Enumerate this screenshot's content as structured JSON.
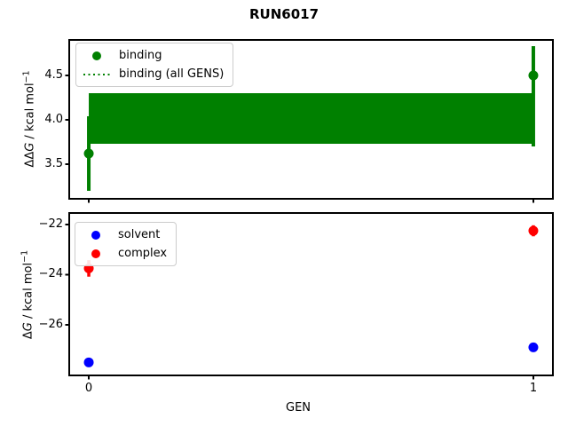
{
  "figure": {
    "title": "RUN6017",
    "xlabel": "GEN",
    "background": "#ffffff"
  },
  "colors": {
    "binding": "#008000",
    "solvent": "#0000ff",
    "complex": "#ff0000",
    "axis": "#000000",
    "legend_border": "#cccccc"
  },
  "chart_data": [
    {
      "type": "scatter",
      "panel": "top",
      "title": "RUN6017",
      "xlabel": "",
      "ylabel": {
        "delta": "ΔΔ",
        "var": "G",
        "rest": " / kcal mol",
        "sup": "−1"
      },
      "xlim": [
        -0.044,
        1.044
      ],
      "ylim": [
        3.11,
        4.9
      ],
      "grid": false,
      "legend_position": "upper left",
      "yticks": {
        "values": [
          3.5,
          4.0,
          4.5
        ],
        "labels": [
          "3.5",
          "4.0",
          "4.5"
        ]
      },
      "xticks": {
        "values": [
          0,
          1
        ],
        "labels": [
          "",
          ""
        ]
      },
      "legend": [
        {
          "label": "binding",
          "marker": "dot",
          "color": "#008000"
        },
        {
          "label": "binding (all GENS)",
          "marker": "dotted-line",
          "color": "#008000"
        }
      ],
      "series": [
        {
          "name": "binding",
          "color": "#008000",
          "x": [
            0,
            1
          ],
          "y": [
            3.62,
            4.5
          ],
          "yerr_minus": [
            0.42,
            0.8
          ],
          "yerr_plus": [
            0.42,
            0.33
          ]
        }
      ],
      "band": {
        "name": "binding (all GENS)",
        "color": "#008000",
        "x": [
          0,
          1
        ],
        "mean": 4.01,
        "lo": 3.73,
        "hi": 4.3
      }
    },
    {
      "type": "scatter",
      "panel": "bottom",
      "title": "",
      "xlabel": "GEN",
      "ylabel": {
        "delta": "Δ",
        "var": "G",
        "rest": " / kcal mol",
        "sup": "−1"
      },
      "xlim": [
        -0.044,
        1.044
      ],
      "ylim": [
        -28.02,
        -21.54
      ],
      "grid": false,
      "legend_position": "upper left",
      "yticks": {
        "values": [
          -22,
          -24,
          -26
        ],
        "labels": [
          "−22",
          "−24",
          "−26"
        ]
      },
      "xticks": {
        "values": [
          0,
          1
        ],
        "labels": [
          "0",
          "1"
        ]
      },
      "legend": [
        {
          "label": "solvent",
          "marker": "dot",
          "color": "#0000ff"
        },
        {
          "label": "complex",
          "marker": "dot",
          "color": "#ff0000"
        }
      ],
      "series": [
        {
          "name": "solvent",
          "color": "#0000ff",
          "x": [
            0,
            1
          ],
          "y": [
            -27.5,
            -26.9
          ],
          "yerr_minus": [
            0.07,
            0.07
          ],
          "yerr_plus": [
            0.07,
            0.07
          ]
        },
        {
          "name": "complex",
          "color": "#ff0000",
          "x": [
            0,
            1
          ],
          "y": [
            -23.75,
            -22.25
          ],
          "yerr_minus": [
            0.33,
            0.22
          ],
          "yerr_plus": [
            0.33,
            0.22
          ]
        }
      ]
    }
  ]
}
